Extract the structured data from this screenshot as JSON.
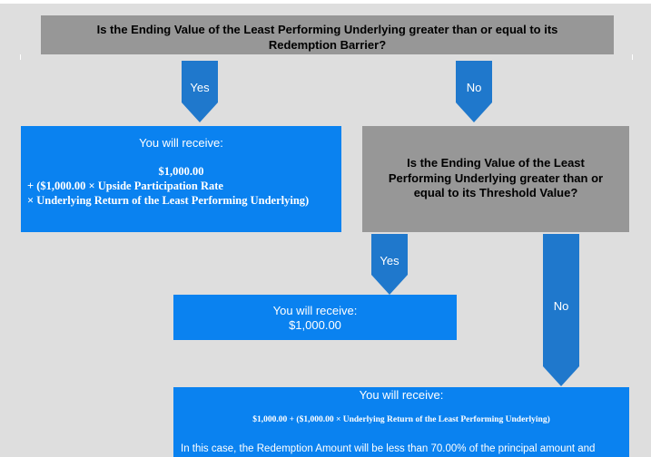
{
  "colors": {
    "background": "#dedede",
    "decision_box": "#979797",
    "outcome_box": "#0a82f0",
    "arrow_fill": "#1f78cc",
    "text_on_blue": "#ffffff",
    "text_on_gray": "#000000"
  },
  "decision_1": {
    "text": "Is the Ending Value of the Least Performing Underlying greater than or equal to its Redemption Barrier?"
  },
  "arrow_yes_1": {
    "label": "Yes"
  },
  "arrow_no_1": {
    "label": "No"
  },
  "outcome_upside": {
    "heading": "You will receive:",
    "line1": "$1,000.00",
    "line2": "+ ($1,000.00 × Upside Participation Rate",
    "line3": "× Underlying Return of the Least Performing Underlying)"
  },
  "decision_2": {
    "text": "Is the Ending Value of the Least Performing Underlying greater than or equal to its Threshold Value?"
  },
  "arrow_yes_2": {
    "label": "Yes"
  },
  "arrow_no_2": {
    "label": "No"
  },
  "outcome_par": {
    "heading": "You will receive:",
    "amount": "$1,000.00"
  },
  "outcome_loss": {
    "heading": "You will receive:",
    "formula": "$1,000.00 + ($1,000.00 × Underlying Return of the Least Performing Underlying)",
    "note": "In this case, the Redemption Amount will be less than 70.00% of the principal amount and"
  }
}
